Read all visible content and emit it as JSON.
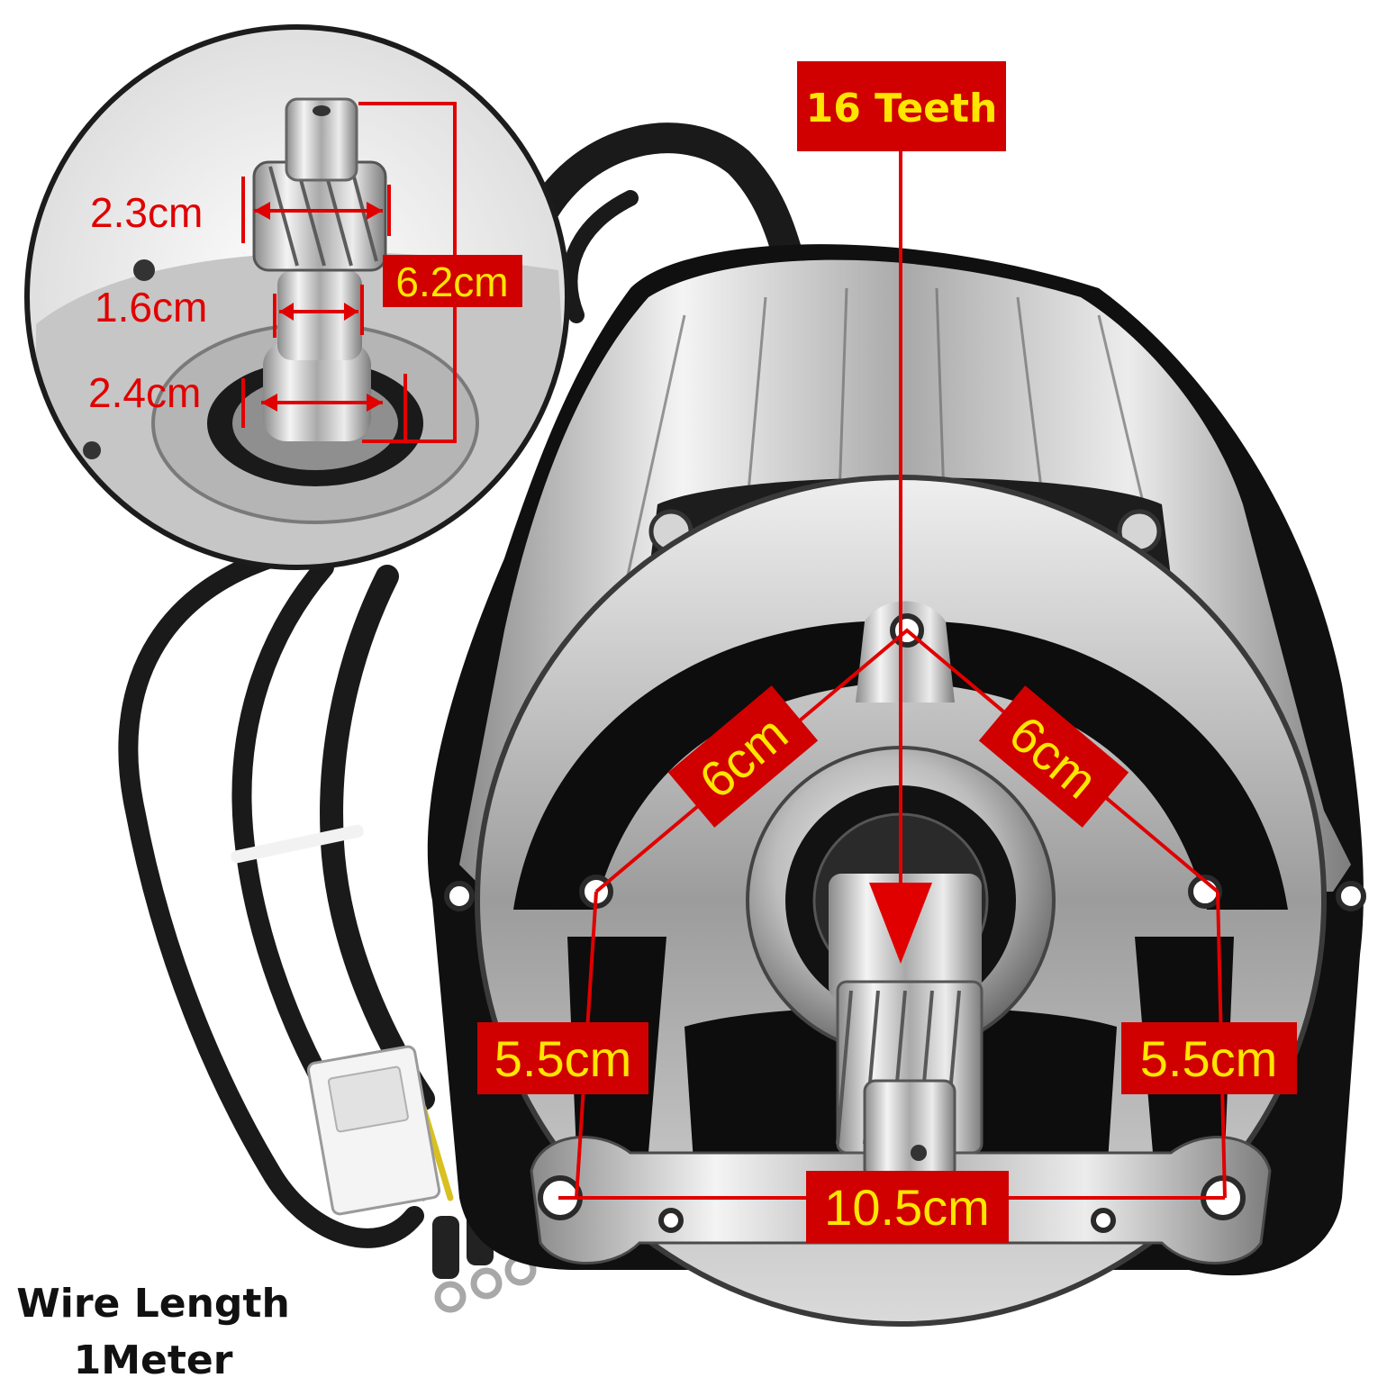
{
  "annotations": {
    "teeth": "16 Teeth",
    "gear_diameter": "2.3cm",
    "shaft_diameter_small": "1.6cm",
    "shaft_diameter_base": "2.4cm",
    "shaft_length": "6.2cm",
    "mount_left_diag": "6cm",
    "mount_right_diag": "6cm",
    "mount_left_side": "5.5cm",
    "mount_right_side": "5.5cm",
    "mount_bottom": "10.5cm"
  },
  "wire_note": {
    "line1": "Wire Length",
    "line2": "1Meter"
  },
  "colors": {
    "annotation_red": "#e00000",
    "label_yellow": "#ffe600",
    "metal": "#c8c8c8",
    "cable": "#1a1a1a"
  }
}
